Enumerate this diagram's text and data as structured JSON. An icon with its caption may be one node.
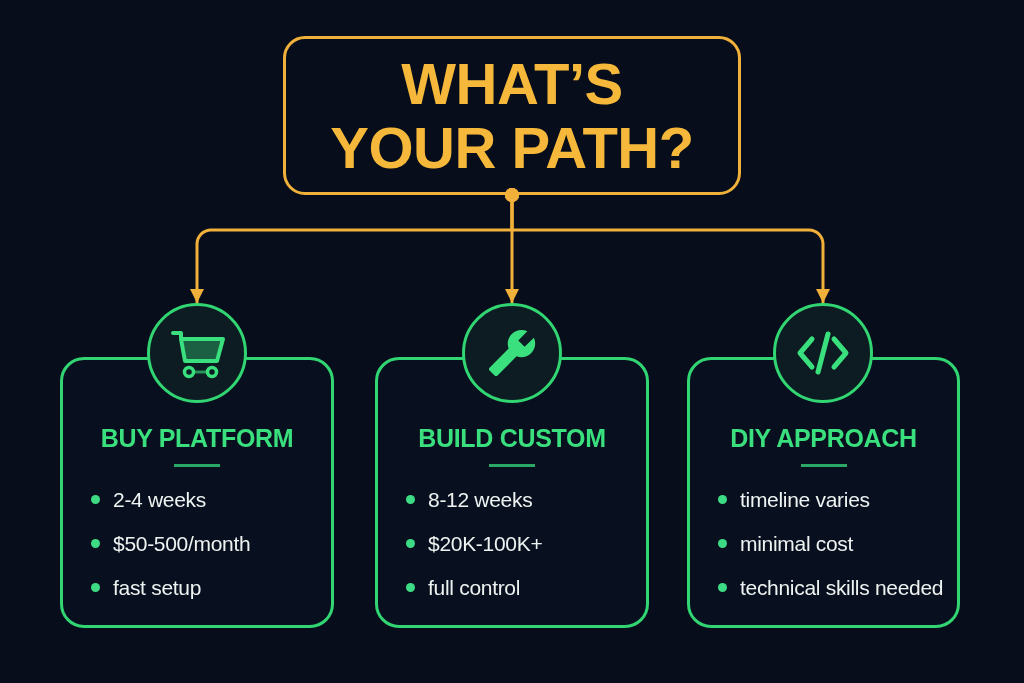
{
  "diagram": {
    "nodes": [
      {
        "text": [
          "WHAT’S YOUR PATH?"
        ]
      },
      {
        "text": [],
        "shape": "circle"
      },
      {
        "text": [
          "BUY PLATFORM",
          "2-4 weeks",
          "$50-500/month",
          "fast setup"
        ]
      },
      {
        "text": [],
        "shape": "circle"
      },
      {
        "text": [
          "BUILD CUSTOM",
          "8-12 weeks",
          "$20K-100K+",
          "full control"
        ]
      },
      {
        "text": [],
        "shape": "circle"
      },
      {
        "text": [
          "DIY APPROACH",
          "timeline varies",
          "minimal cost",
          "technical skills needed"
        ]
      }
    ],
    "edges": [
      {
        "from": 0,
        "to": 1,
        "arrow": "to"
      },
      {
        "from": 0,
        "to": 3,
        "arrow": "to"
      },
      {
        "from": 0,
        "to": 5,
        "arrow": "to"
      }
    ]
  }
}
